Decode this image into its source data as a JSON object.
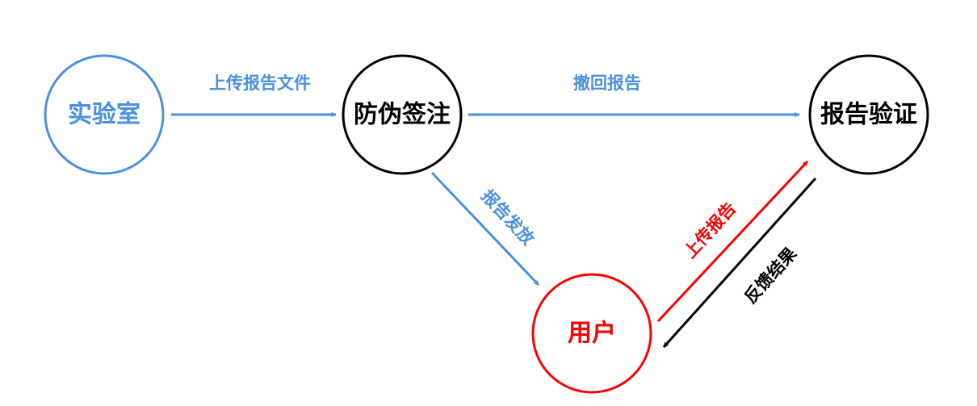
{
  "colors": {
    "blue": "#4a90e2",
    "red": "#ff0000",
    "black": "#000000"
  },
  "nodes": {
    "lab": {
      "label": "实验室"
    },
    "anti_counterfeit": {
      "label": "防伪签注"
    },
    "report_verify": {
      "label": "报告验证"
    },
    "user": {
      "label": "用户"
    }
  },
  "edges": {
    "upload_report_file": {
      "label": "上传报告文件"
    },
    "revoke_report": {
      "label": "撤回报告"
    },
    "issue_report": {
      "label": "报告发放"
    },
    "upload_report": {
      "label": "上传报告"
    },
    "feedback_result": {
      "label": "反馈结果"
    }
  }
}
